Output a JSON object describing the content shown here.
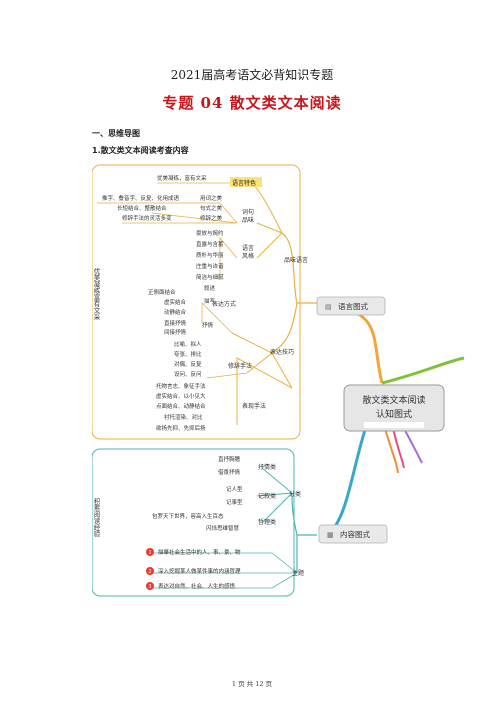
{
  "doc": {
    "top_title": "2021届高考语文必背知识专题",
    "main_title": "专题 04 散文类文本阅读",
    "section_heading": "一、思维导图",
    "sub_heading": "1.散文类文本阅读考查内容",
    "footer": "1 页 共 12 页"
  },
  "mindmap": {
    "center": {
      "line1": "散文类文本阅读",
      "line2": "认知图式"
    },
    "branch_language": "语言图式",
    "branch_content": "内容图式",
    "pinwei": "品味语言",
    "biaoda_jiqiao": "表达技巧",
    "yuyan_tese": "语言特色",
    "ciju": {
      "line1": "词句",
      "line2": "品味"
    },
    "yuyan_fengge": {
      "line1": "语言",
      "line2": "风格"
    },
    "biaoda_fangshi": "表达方式",
    "xiuci_shoufa": "修辞手法",
    "biaoxian_shoufa": "表现手法",
    "miaoxie": "描写",
    "shuqing": "抒情",
    "jianshu": "叙述",
    "left_vertical_1": "优美凝练富有文采",
    "left_vertical_2": "积累阅读经验",
    "fenlei": "分类",
    "zhuti": "主题",
    "shuqing_lei": "抒情类",
    "jixu_lei": "记叙类",
    "zheli_lei": "哲理类",
    "leaves_top": [
      "优美凝练，富有文采",
      "推字、叠音字、反复、化用成语",
      "用词之美",
      "长短结合、整散结合",
      "句式之美",
      "修辞手法的灵活多变",
      "修辞之美"
    ],
    "leaves_style": [
      "豪放与婉约",
      "直露与含蓄",
      "质朴与华丽",
      "庄重与诙谐",
      "简洁与细腻"
    ],
    "leaves_miaoxie": [
      "正侧面结合",
      "虚实结合",
      "动静结合"
    ],
    "leaves_shuqing": [
      "直接抒情",
      "间接抒情"
    ],
    "leaves_xiuci": [
      "比喻、拟人",
      "夸张、排比",
      "对偶、反复",
      "设问、反问"
    ],
    "leaves_biaoxian": [
      "托物言志、象征手法",
      "虚实结合、以小见大",
      "点面结合、动静结合",
      "衬托渲染、对比",
      "欲扬先抑、先抑后扬"
    ],
    "leaves_content": [
      "直抒胸臆",
      "借景抒情",
      "记人型",
      "记事型",
      "包罗天下世界，容高入生百态",
      "闪烁思维智慧"
    ],
    "themes": [
      {
        "num": "1",
        "text": "描摹社会生活中的人、事、景、物"
      },
      {
        "num": "2",
        "text": "深入挖掘某人做某件事的内涵哲理"
      },
      {
        "num": "3",
        "text": "表达对自然、社会、人生的感悟"
      }
    ]
  }
}
